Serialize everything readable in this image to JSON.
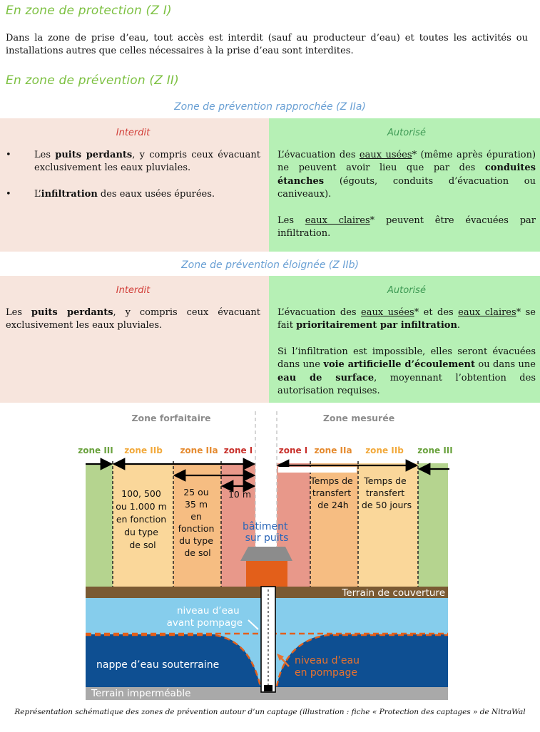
{
  "zone1": {
    "heading": "En zone de protection (Z I)",
    "text": "Dans la zone de prise d’eau, tout accès est interdit (sauf au producteur d’eau) et toutes les activités  ou installations autres que celles nécessaires à la prise d’eau sont interdites."
  },
  "zone2": {
    "heading": "En zone de prévention (Z II)",
    "rapprochee": {
      "title": "Zone de prévention rapprochée (Z IIa)",
      "interdit_title": "Interdit",
      "autorise_title": "Autorisé",
      "item1_bold": "puits perdants",
      "item1_pre": "Les ",
      "item1_post": ", y compris ceux évacuant exclusivement les eaux pluviales.",
      "item2_pre": "L’",
      "item2_bold": "infiltration",
      "item2_post": " des eaux usées épurées.",
      "aut_p1_a": "L’évacuation des ",
      "aut_p1_u": "eaux usées",
      "aut_p1_b": "* (même après épuration) ne peuvent avoir lieu que par des ",
      "aut_p1_bold": "conduites étanches",
      "aut_p1_c": " (égouts, conduits d’évacuation ou caniveaux).",
      "aut_p2_a": "Les ",
      "aut_p2_u": "eaux claires",
      "aut_p2_b": "* peuvent être évacuées par infiltration."
    },
    "eloignee": {
      "title": "Zone de prévention éloignée (Z IIb)",
      "interdit_title": "Interdit",
      "autorise_title": "Autorisé",
      "int_pre": "Les ",
      "int_bold": "puits perdants",
      "int_post": ", y compris ceux évacuant exclusivement les eaux pluviales.",
      "aut_p1_a": "L’évacuation des ",
      "aut_p1_u1": "eaux usées",
      "aut_p1_b": "* et des ",
      "aut_p1_u2": "eaux claires",
      "aut_p1_c": "* se fait ",
      "aut_p1_bold": "prioritairement par infiltration",
      "aut_p1_d": ".",
      "aut_p2_a": "Si l’infiltration est impossible, elles seront évacuées dans une ",
      "aut_p2_bold1": "voie artificielle d’écoulement",
      "aut_p2_b": " ou dans une ",
      "aut_p2_bold2": "eau de surface",
      "aut_p2_c": ", moyennant l’obtention des autorisation requises."
    }
  },
  "diagram": {
    "zone_forfaitaire": "Zone forfaitaire",
    "zone_mesuree": "Zone mesurée",
    "labels": {
      "zone3_left": "zone III",
      "zone2b_left": "zone IIb",
      "zone2a_left": "zone IIa",
      "zone1_left": "zone I",
      "zone1_right": "zone I",
      "zone2a_right": "zone IIa",
      "zone2b_right": "zone IIb",
      "zone3_right": "zone III"
    },
    "dist_2b": [
      "100, 500",
      "ou 1.000 m",
      "en fonction",
      "du type",
      "de sol"
    ],
    "dist_2a": [
      "25 ou",
      "35 m",
      "en",
      "fonction",
      "du type",
      "de sol"
    ],
    "dist_1": "10 m",
    "transfer_24": [
      "Temps de",
      "transfert",
      "de 24h"
    ],
    "transfer_50": [
      "Temps de",
      "transfert",
      "de 50 jours"
    ],
    "building": [
      "bâtiment",
      "sur puits"
    ],
    "terrain_couverture": "Terrain de couverture",
    "niveau_avant": [
      "niveau d’eau",
      "avant pompage"
    ],
    "niveau_pompage": [
      "niveau d’eau",
      "en pompage"
    ],
    "nappe": "nappe d’eau souterraine",
    "terrain_impermeable": "Terrain imperméable",
    "colors": {
      "zone3": "#b5d48f",
      "zone2b": "#fad79a",
      "zone2a": "#f6bd82",
      "zone1": "#e8988a",
      "soil": "#7a5a33",
      "water_light": "#86cdec",
      "water_dark": "#0e4f92",
      "house": "#e35f1a",
      "roof": "#8c8c8c",
      "impermeable": "#a9a9a9"
    }
  },
  "caption": "Représentation schématique des zones de prévention autour d’un captage (illustration : fiche « Protection des captages » de NitraWal"
}
